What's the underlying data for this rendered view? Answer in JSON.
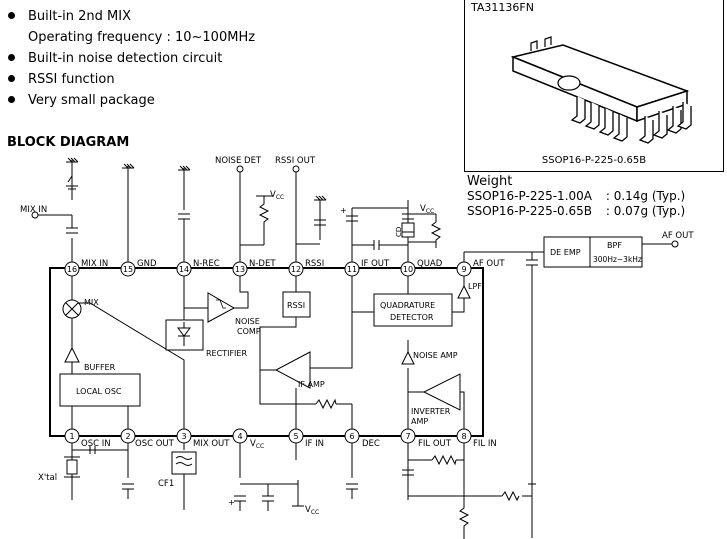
{
  "features": [
    {
      "lines": [
        "Built-in 2nd MIX",
        "Operating frequency :   10~100MHz"
      ]
    },
    {
      "lines": [
        "Built-in noise detection circuit"
      ]
    },
    {
      "lines": [
        "RSSI function"
      ]
    },
    {
      "lines": [
        "Very small package"
      ]
    }
  ],
  "block_diagram_title": "BLOCK DIAGRAM",
  "package": {
    "part_name": "TA31136FN",
    "caption": "SSOP16-P-225-0.65B"
  },
  "weight": {
    "heading": "Weight",
    "rows": [
      {
        "pkg": "SSOP16-P-225-1.00A",
        "sep": ":",
        "value": "0.14g (Typ.)"
      },
      {
        "pkg": "SSOP16-P-225-0.65B",
        "sep": ":",
        "value": "0.07g (Typ.)"
      }
    ]
  },
  "diagram": {
    "top_pins": [
      {
        "num": "16",
        "label": "MIX IN"
      },
      {
        "num": "15",
        "label": "GND"
      },
      {
        "num": "14",
        "label": "N-REC"
      },
      {
        "num": "13",
        "label": "N-DET"
      },
      {
        "num": "12",
        "label": "RSSI"
      },
      {
        "num": "11",
        "label": "IF OUT"
      },
      {
        "num": "10",
        "label": "QUAD"
      },
      {
        "num": "9",
        "label": "AF OUT"
      }
    ],
    "bottom_pins": [
      {
        "num": "1",
        "label": "OSC IN"
      },
      {
        "num": "2",
        "label": "OSC OUT"
      },
      {
        "num": "3",
        "label": "MIX OUT"
      },
      {
        "num": "4",
        "label": "V",
        "sub": "CC"
      },
      {
        "num": "5",
        "label": "IF IN"
      },
      {
        "num": "6",
        "label": "DEC"
      },
      {
        "num": "7",
        "label": "FIL OUT"
      },
      {
        "num": "8",
        "label": "FIL IN"
      }
    ],
    "ext_labels": {
      "mix_in": "MIX IN",
      "noise_det": "NOISE DET",
      "rssi_out": "RSSI OUT",
      "af_out": "AF OUT",
      "xtal": "X'tal",
      "cf1": "CF1",
      "vcc": "V",
      "vcc_sub": "CC",
      "cd": "CD",
      "plus": "+"
    },
    "blocks": {
      "mix": "MIX",
      "buffer": "BUFFER",
      "local_osc": "LOCAL OSC",
      "noise_comp_1": "NOISE",
      "noise_comp_2": "COMP",
      "rectifier": "RECTIFIER",
      "rssi": "RSSI",
      "quad_det_1": "QUADRATURE",
      "quad_det_2": "DETECTOR",
      "if_amp": "IF AMP",
      "noise_amp": "NOISE AMP",
      "inverter_amp_1": "INVERTER",
      "inverter_amp_2": "AMP",
      "lpf": "LPF",
      "de_emp": "DE EMP",
      "bpf_1": "BPF",
      "bpf_2": "300Hz~3kHz"
    }
  }
}
